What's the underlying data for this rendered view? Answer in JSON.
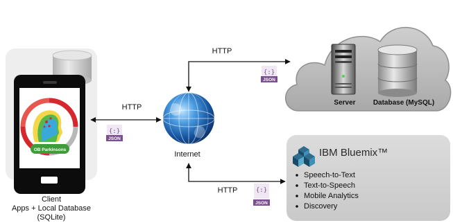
{
  "client": {
    "label_line1": "Client",
    "label_line2": "Apps + Local Database",
    "label_line3": "(SQLite)",
    "app_logo_text": "OB Parkinsons"
  },
  "links": {
    "client_internet_protocol": "HTTP",
    "internet_server_protocol": "HTTP",
    "internet_bluemix_protocol": "HTTP"
  },
  "json_badges": [
    {
      "symbol": "{:}",
      "label": "JSON"
    },
    {
      "symbol": "{:}",
      "label": "JSON"
    },
    {
      "symbol": "{:}",
      "label": "JSON"
    }
  ],
  "internet": {
    "label": "Internet"
  },
  "cloud": {
    "server_label": "Server",
    "database_label": "Database (MySQL)"
  },
  "bluemix": {
    "title": "IBM Bluemix™",
    "services": [
      "Speech-to-Text",
      "Text-to-Speech",
      "Mobile Analytics",
      "Discovery"
    ]
  },
  "colors": {
    "json_purple": "#7a4f8f",
    "globe_blue": "#1e5fa8",
    "cloud_gray": "#bcbcbc"
  }
}
